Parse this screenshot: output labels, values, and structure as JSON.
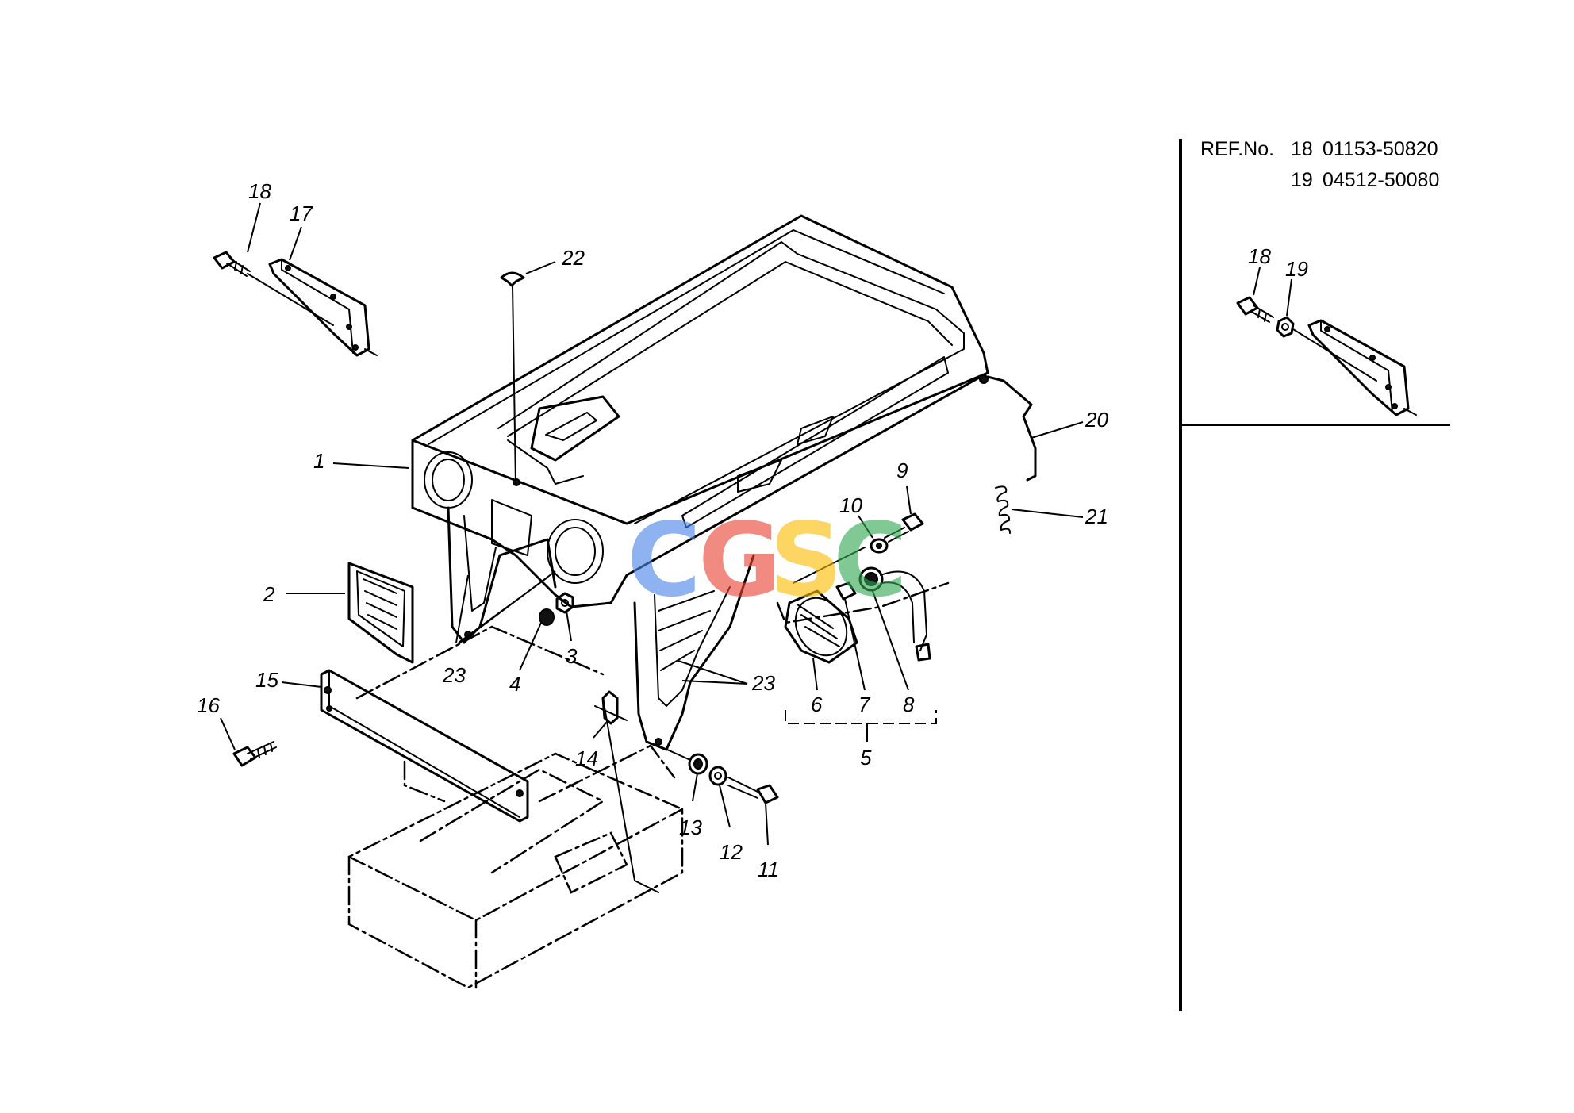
{
  "reference_table": {
    "title": "REF.No.",
    "rows": [
      {
        "ref": "18",
        "part_no": "01153-50820"
      },
      {
        "ref": "19",
        "part_no": "04512-50080"
      }
    ]
  },
  "callouts": {
    "c1": "1",
    "c2": "2",
    "c3": "3",
    "c4": "4",
    "c5": "5",
    "c6": "6",
    "c7": "7",
    "c8": "8",
    "c9": "9",
    "c10": "10",
    "c11": "11",
    "c12": "12",
    "c13": "13",
    "c14": "14",
    "c15": "15",
    "c16": "16",
    "c17": "17",
    "c18": "18",
    "c20": "20",
    "c21": "21",
    "c22": "22",
    "c23a": "23",
    "c23b": "23",
    "inset18": "18",
    "inset19": "19"
  },
  "watermark": {
    "letters": [
      "C",
      "G",
      "S",
      "C"
    ],
    "colors": [
      "#4a86e8",
      "#ea4335",
      "#fbbc05",
      "#34a853"
    ]
  }
}
